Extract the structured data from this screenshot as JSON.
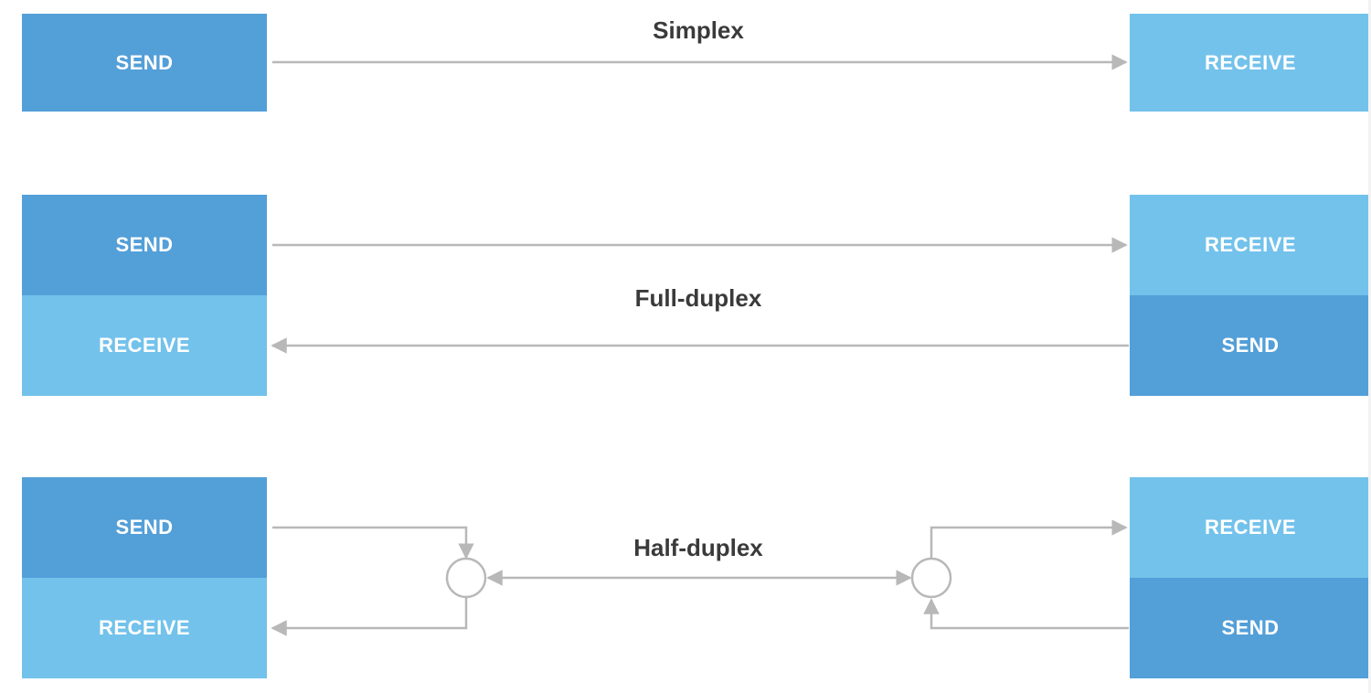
{
  "colors": {
    "send": "#4a9ad6",
    "receive": "#6cbfea",
    "line": "#b8b8b8",
    "title": "#3a3a3a"
  },
  "simplex": {
    "title": "Simplex",
    "left": {
      "send": "SEND"
    },
    "right": {
      "receive": "RECEIVE"
    }
  },
  "full_duplex": {
    "title": "Full-duplex",
    "left": {
      "send": "SEND",
      "receive": "RECEIVE"
    },
    "right": {
      "receive": "RECEIVE",
      "send": "SEND"
    }
  },
  "half_duplex": {
    "title": "Half-duplex",
    "left": {
      "send": "SEND",
      "receive": "RECEIVE"
    },
    "right": {
      "receive": "RECEIVE",
      "send": "SEND"
    }
  }
}
